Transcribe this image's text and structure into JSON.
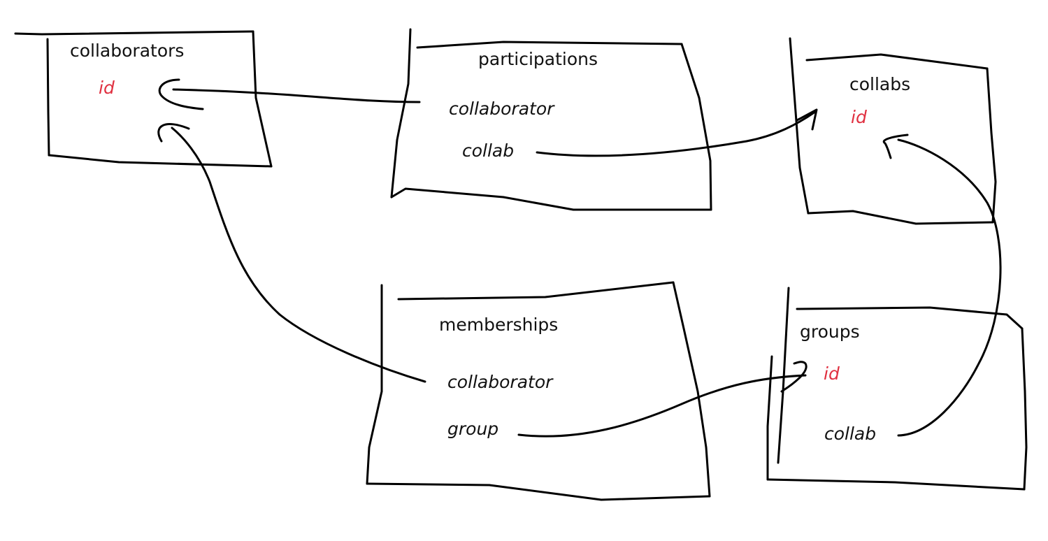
{
  "colors": {
    "ink": "#000000",
    "key_field": "#e03040"
  },
  "tables": {
    "collaborators": {
      "name": "collaborators",
      "fields": [
        {
          "text": "id",
          "key": true
        }
      ]
    },
    "participations": {
      "name": "participations",
      "fields": [
        {
          "text": "collaborator"
        },
        {
          "text": "collab"
        }
      ]
    },
    "collabs": {
      "name": "collabs",
      "fields": [
        {
          "text": "id",
          "key": true
        }
      ]
    },
    "memberships": {
      "name": "memberships",
      "fields": [
        {
          "text": "collaborator"
        },
        {
          "text": "group"
        }
      ]
    },
    "groups": {
      "name": "groups",
      "fields": [
        {
          "text": "id",
          "key": true
        },
        {
          "text": "collab"
        }
      ]
    }
  },
  "relations": [
    {
      "from": "participations.collaborator",
      "to": "collaborators.id"
    },
    {
      "from": "participations.collab",
      "to": "collabs.id"
    },
    {
      "from": "memberships.collaborator",
      "to": "collaborators.id"
    },
    {
      "from": "memberships.group",
      "to": "groups.id"
    },
    {
      "from": "groups.collab",
      "to": "collabs.id"
    }
  ]
}
